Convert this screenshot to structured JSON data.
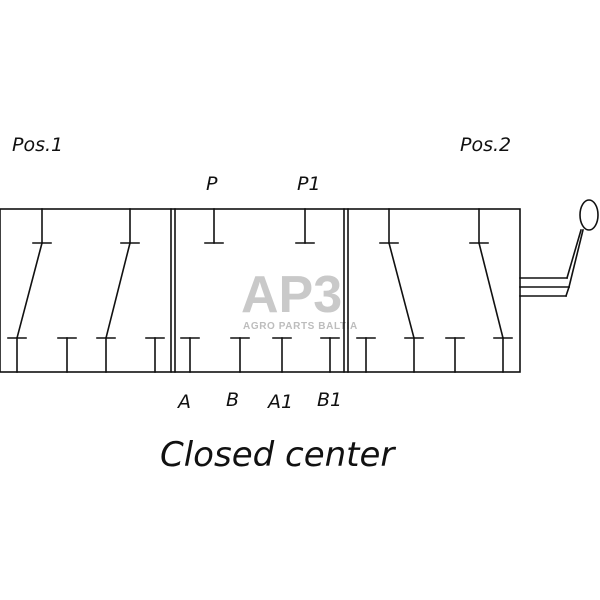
{
  "labels": {
    "pos1": "Pos.1",
    "pos2": "Pos.2",
    "port_p": "P",
    "port_p1": "P1",
    "port_a": "A",
    "port_b": "B",
    "port_a1": "A1",
    "port_b1": "B1",
    "caption": "Closed center"
  },
  "watermark": {
    "logo": "AP3",
    "tagline": "AGRO PARTS BALTIA"
  },
  "colors": {
    "line": "#111111",
    "watermark": "#c9c9c9"
  }
}
